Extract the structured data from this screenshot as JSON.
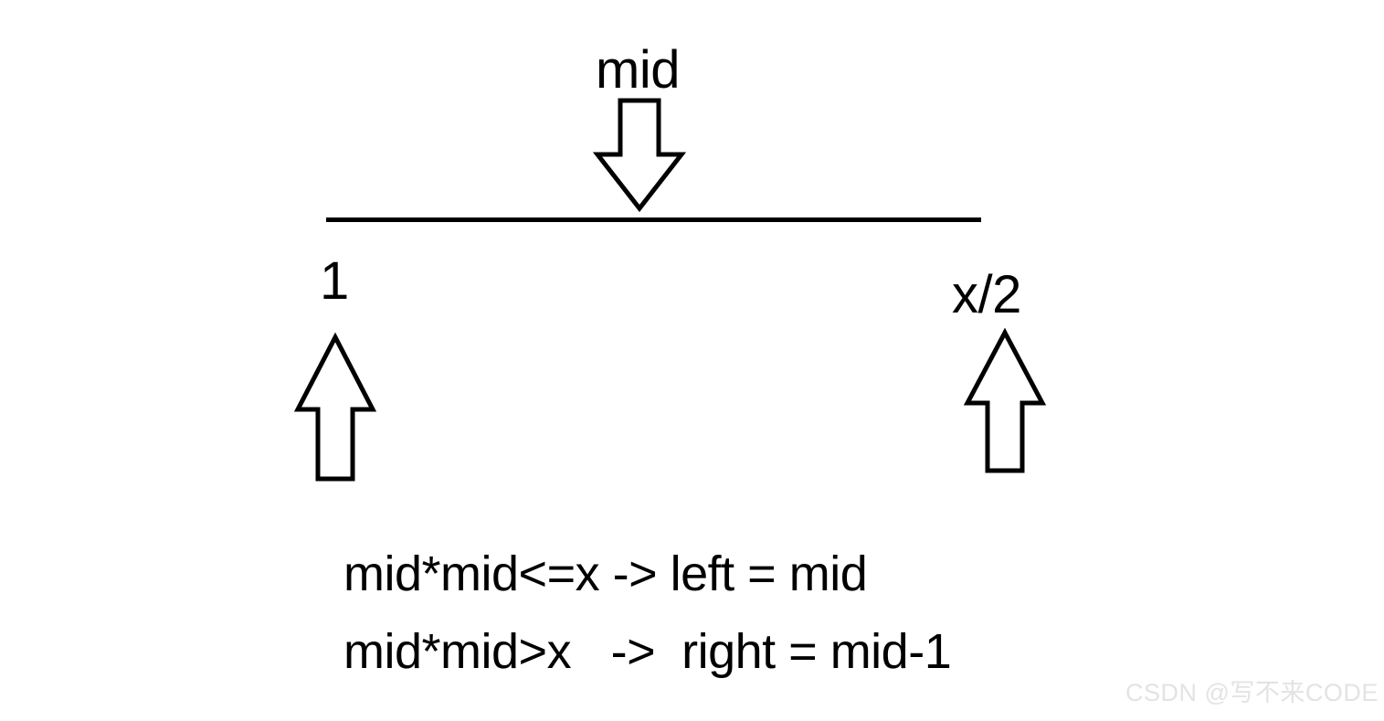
{
  "diagram": {
    "title_label": "mid",
    "left_bound_label": "1",
    "right_bound_label": "x/2",
    "range_line": {
      "name": "search-range-segment",
      "color": "#000000"
    },
    "arrows": [
      {
        "id": "mid-pointer",
        "direction": "down",
        "points_to": "middle of range",
        "icon": "arrow-down-icon"
      },
      {
        "id": "left-pointer",
        "direction": "up",
        "points_to": "left bound 1",
        "icon": "arrow-up-icon"
      },
      {
        "id": "right-pointer",
        "direction": "up",
        "points_to": "right bound x/2",
        "icon": "arrow-up-icon"
      }
    ],
    "rules": [
      "mid*mid<=x -> left = mid",
      "mid*mid>x   ->  right = mid-1"
    ],
    "stroke_color": "#000000",
    "background_color": "#ffffff"
  },
  "watermark": {
    "text": "CSDN @写不来CODE",
    "color": "#e3e3e3"
  }
}
